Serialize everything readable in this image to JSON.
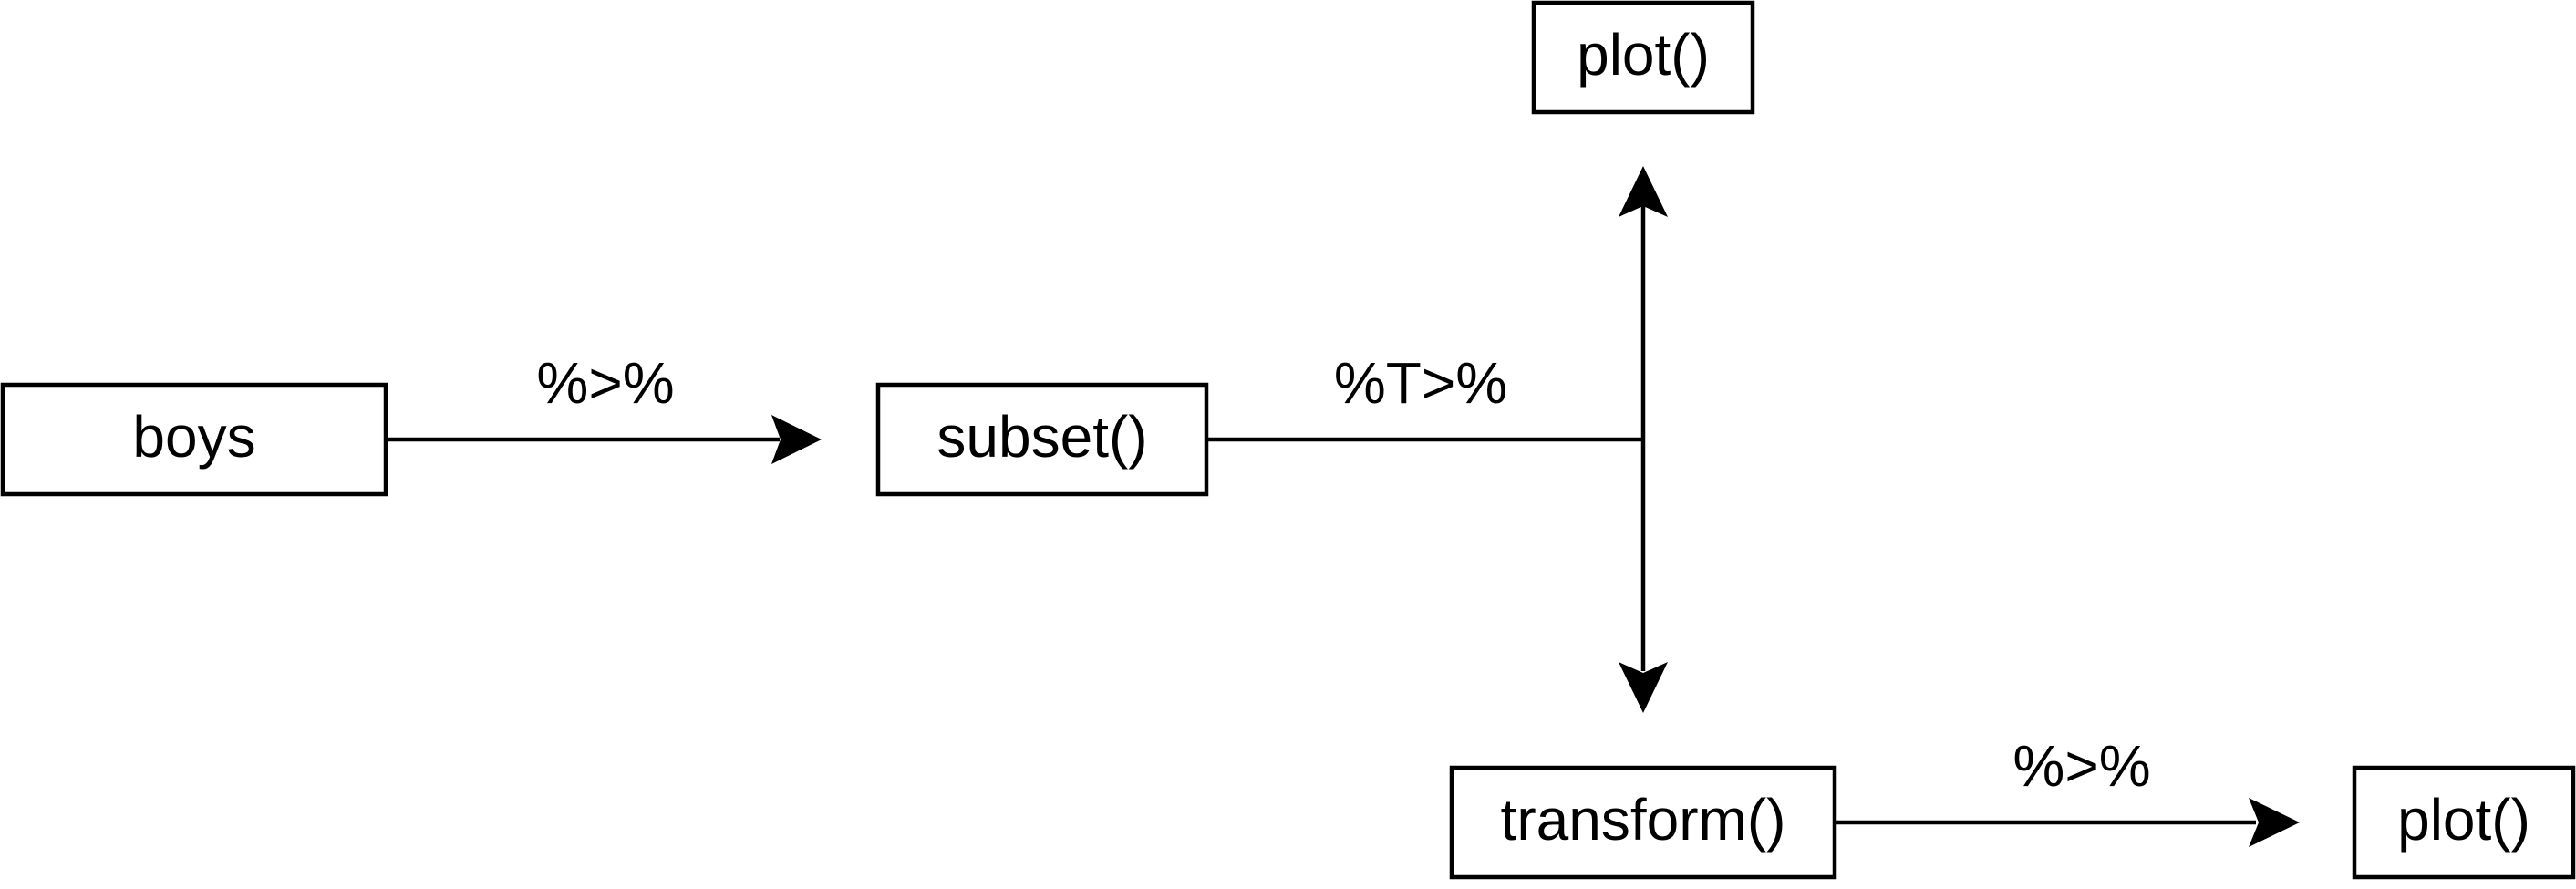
{
  "nodes": {
    "boys": "boys",
    "subset": "subset()",
    "plot_top": "plot()",
    "transform": "transform()",
    "plot_bottom": "plot()"
  },
  "edges": {
    "boys_to_subset": "%>%",
    "subset_tee": "%T>%",
    "transform_to_plot": "%>%"
  }
}
